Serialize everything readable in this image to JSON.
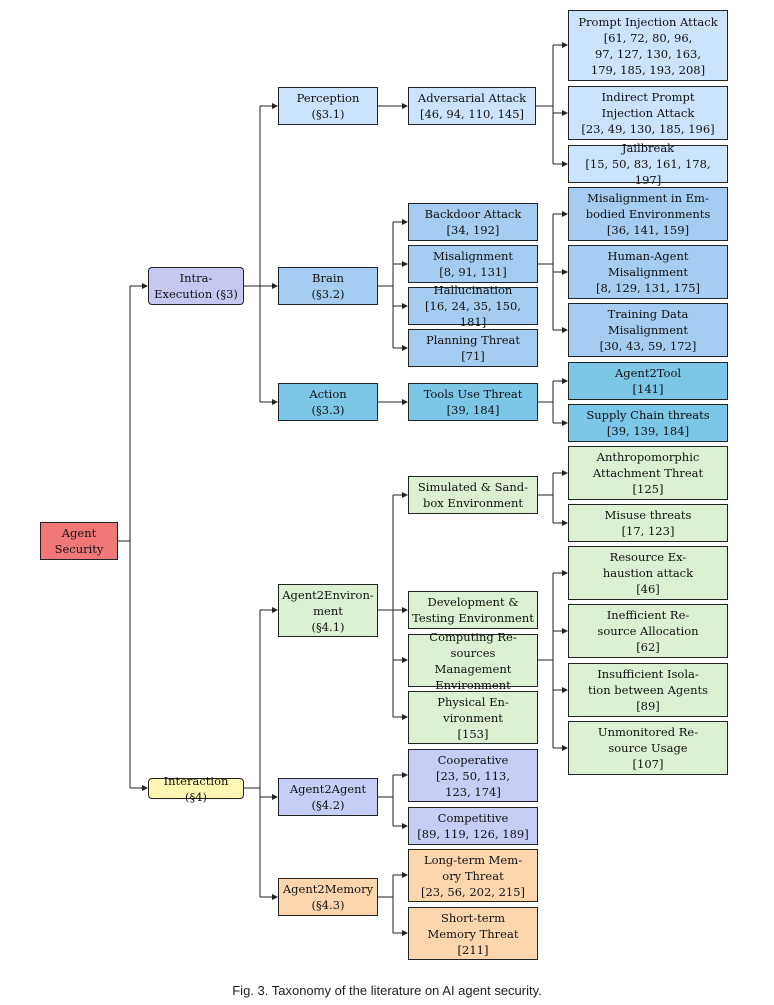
{
  "caption": "Fig. 3.  Taxonomy of the literature on AI agent security.",
  "nodes": {
    "root": "Agent\nSecurity",
    "intra": "Intra-\nExecution (§3)",
    "interaction": "Interaction (§4)",
    "perception": "Perception\n(§3.1)",
    "brain": "Brain\n(§3.2)",
    "action": "Action\n(§3.3)",
    "env": "Agent2Environ-\nment\n(§4.1)",
    "a2a": "Agent2Agent\n(§4.2)",
    "mem": "Agent2Memory\n(§4.3)",
    "adv": "Adversarial Attack\n[46, 94, 110, 145]",
    "backdoor": "Backdoor Attack\n[34, 192]",
    "misalign": "Misalignment\n[8, 91, 131]",
    "halluc": "Hallucination\n[16, 24, 35, 150, 181]",
    "planning": "Planning Threat\n[71]",
    "tools": "Tools Use Threat\n[39, 184]",
    "simulated": "Simulated & Sand-\nbox Environment",
    "devtest": "Development &\nTesting Environment",
    "computing": "Computing Re-\nsources Management\nEnvironment",
    "physical": "Physical En-\nvironment\n[153]",
    "coop": "Cooperative\n[23, 50, 113,\n123, 174]",
    "compet": "Competitive\n[89, 119, 126, 189]",
    "longterm": "Long-term Mem-\nory Threat\n[23, 56, 202, 215]",
    "shortterm": "Short-term\nMemory Threat\n[211]",
    "prompt_inj": "Prompt Injection Attack\n[61, 72, 80, 96,\n97, 127, 130, 163,\n179, 185, 193, 208]",
    "indirect_inj": "Indirect Prompt\nInjection Attack\n[23, 49, 130, 185, 196]",
    "jailbreak": "Jailbreak\n[15, 50, 83, 161, 178, 197]",
    "mis_embodied": "Misalignment in Em-\nbodied Environments\n[36, 141, 159]",
    "mis_human": "Human-Agent\nMisalignment\n[8, 129, 131, 175]",
    "mis_training": "Training Data\nMisalignment\n[30, 43, 59, 172]",
    "agent2tool": "Agent2Tool\n[141]",
    "supply": "Supply Chain threats\n[39, 139, 184]",
    "anthro": "Anthropomorphic\nAttachment Threat\n[125]",
    "misuse": "Misuse threats\n[17, 123]",
    "exhaust": "Resource Ex-\nhaustion attack\n[46]",
    "ineff": "Inefficient Re-\nsource Allocation\n[62]",
    "insuff": "Insufficient Isola-\ntion between Agents\n[89]",
    "unmon": "Unmonitored Re-\nsource Usage\n[107]"
  }
}
